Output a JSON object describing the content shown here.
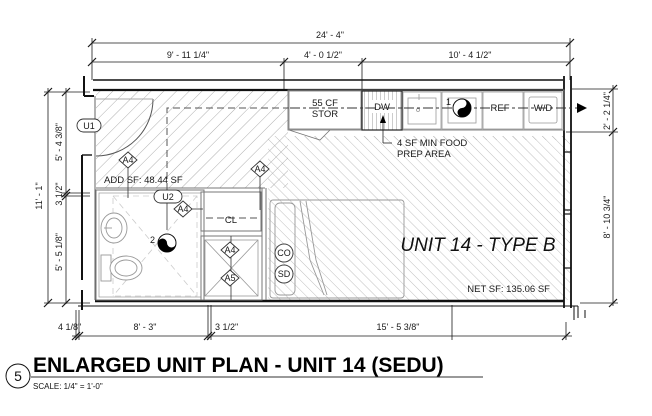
{
  "drawing": {
    "title": "ENLARGED UNIT PLAN - UNIT 14 (SEDU)",
    "number": "5",
    "scale": "SCALE:  1/4\" = 1'-0\""
  },
  "unit": {
    "name": "UNIT 14 - TYPE B",
    "net_sf": "NET SF: 135.06 SF",
    "add_sf": "ADD SF:  48.44 SF"
  },
  "dimensions": {
    "top_overall": "24' - 4\"",
    "top_segments": [
      "9' - 11 1/4\"",
      "4' - 0 1/2\"",
      "10' - 4 1/2\""
    ],
    "bottom_segments": [
      "4 1/8\"",
      "8' - 3\"",
      "3 1/2\"",
      "15' - 5 3/8\""
    ],
    "left_overall": "11' - 1\"",
    "left_segments": [
      "5' - 4 3/8\"",
      "3 1/2\"",
      "5' - 5 1/8\""
    ],
    "right_segments": [
      "2' - 2 1/4\"",
      "8' - 10 3/4\""
    ]
  },
  "fixtures": {
    "storage": [
      "55 CF",
      "STOR"
    ],
    "dishwasher": "DW",
    "refrigerator": "REF",
    "washer_dryer": "W/D",
    "closet": "CL",
    "food_prep_note": [
      "4 SF MIN FOOD",
      "PREP AREA"
    ],
    "carbon_monoxide": "CO",
    "smoke_detector": "SD"
  },
  "tags": {
    "door_u1": "U1",
    "door_u2": "U2",
    "wall_a4": "A4",
    "wall_a5": "A5",
    "elevation_1": "1",
    "elevation_2": "2"
  },
  "colors": {
    "line": "#1a1a1a",
    "hatch": "#9a9a9a",
    "light": "#bdbdbd"
  }
}
